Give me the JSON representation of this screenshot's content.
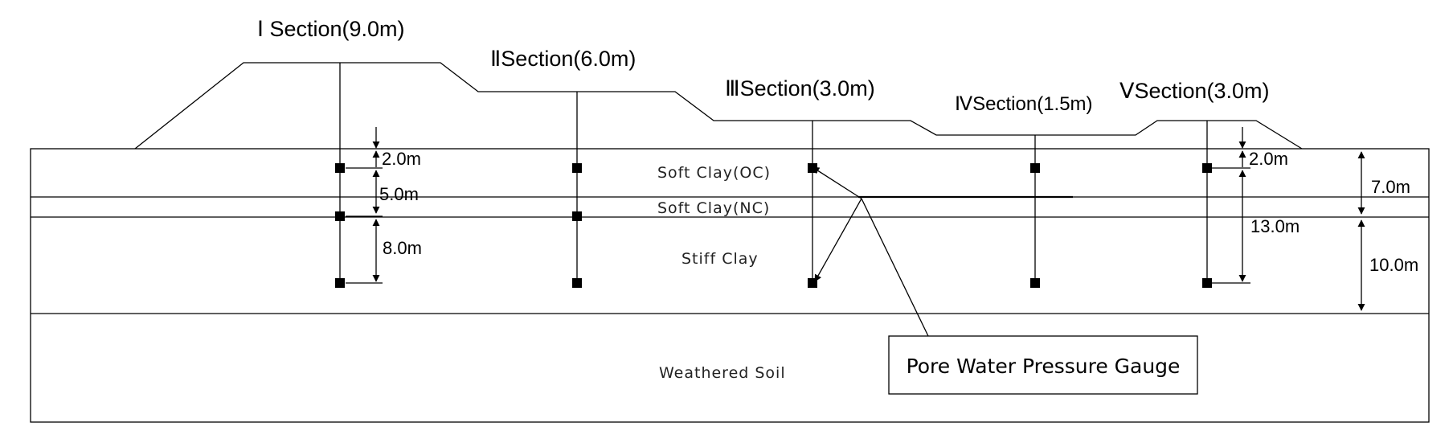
{
  "sections": [
    {
      "label": "Ⅰ Section(9.0m)"
    },
    {
      "label": "ⅡSection(6.0m)"
    },
    {
      "label": "ⅢSection(3.0m)"
    },
    {
      "label": "ⅣSection(1.5m)"
    },
    {
      "label": "ⅤSection(3.0m)"
    }
  ],
  "layers": {
    "soft_clay_oc": "Soft Clay(OC)",
    "soft_clay_nc": "Soft Clay(NC)",
    "stiff_clay": "Stiff Clay",
    "weathered_soil": "Weathered Soil"
  },
  "dimensions": {
    "left": {
      "d1": "2.0m",
      "d2": "5.0m",
      "d3": "8.0m"
    },
    "right": {
      "d1": "2.0m",
      "d2": "13.0m"
    },
    "far_right": {
      "top": "7.0m",
      "bottom": "10.0m"
    }
  },
  "callout": {
    "label": "Pore Water Pressure Gauge"
  }
}
